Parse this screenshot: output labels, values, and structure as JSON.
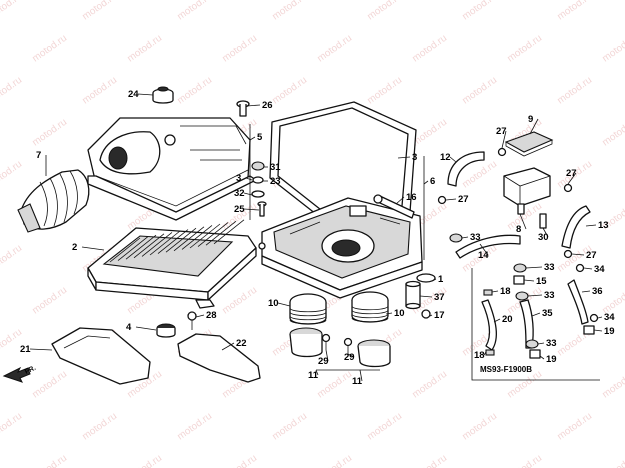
{
  "watermark": "motod.ru",
  "diagram_code": "MS93-F1900B",
  "direction": "FR.",
  "colors": {
    "ink": "#111111",
    "watermark": "#e8b4b4",
    "paper": "#ffffff"
  },
  "callouts": {
    "c1": "1",
    "c2": "2",
    "c3": "3",
    "c3b": "3",
    "c4": "4",
    "c5": "5",
    "c6": "6",
    "c7": "7",
    "c8": "8",
    "c9": "9",
    "c10a": "10",
    "c10b": "10",
    "c11a": "11",
    "c11b": "11",
    "c12": "12",
    "c13": "13",
    "c14": "14",
    "c15": "15",
    "c16": "16",
    "c17": "17",
    "c18a": "18",
    "c18b": "18",
    "c19a": "19",
    "c19b": "19",
    "c20": "20",
    "c21": "21",
    "c22": "22",
    "c23": "23",
    "c24": "24",
    "c25": "25",
    "c26": "26",
    "c27a": "27",
    "c27b": "27",
    "c27c": "27",
    "c27d": "27",
    "c28": "28",
    "c29a": "29",
    "c29b": "29",
    "c30": "30",
    "c31": "31",
    "c32": "32",
    "c33a": "33",
    "c33b": "33",
    "c33c": "33",
    "c33d": "33",
    "c34a": "34",
    "c34b": "34",
    "c35": "35",
    "c36": "36",
    "c37": "37"
  }
}
